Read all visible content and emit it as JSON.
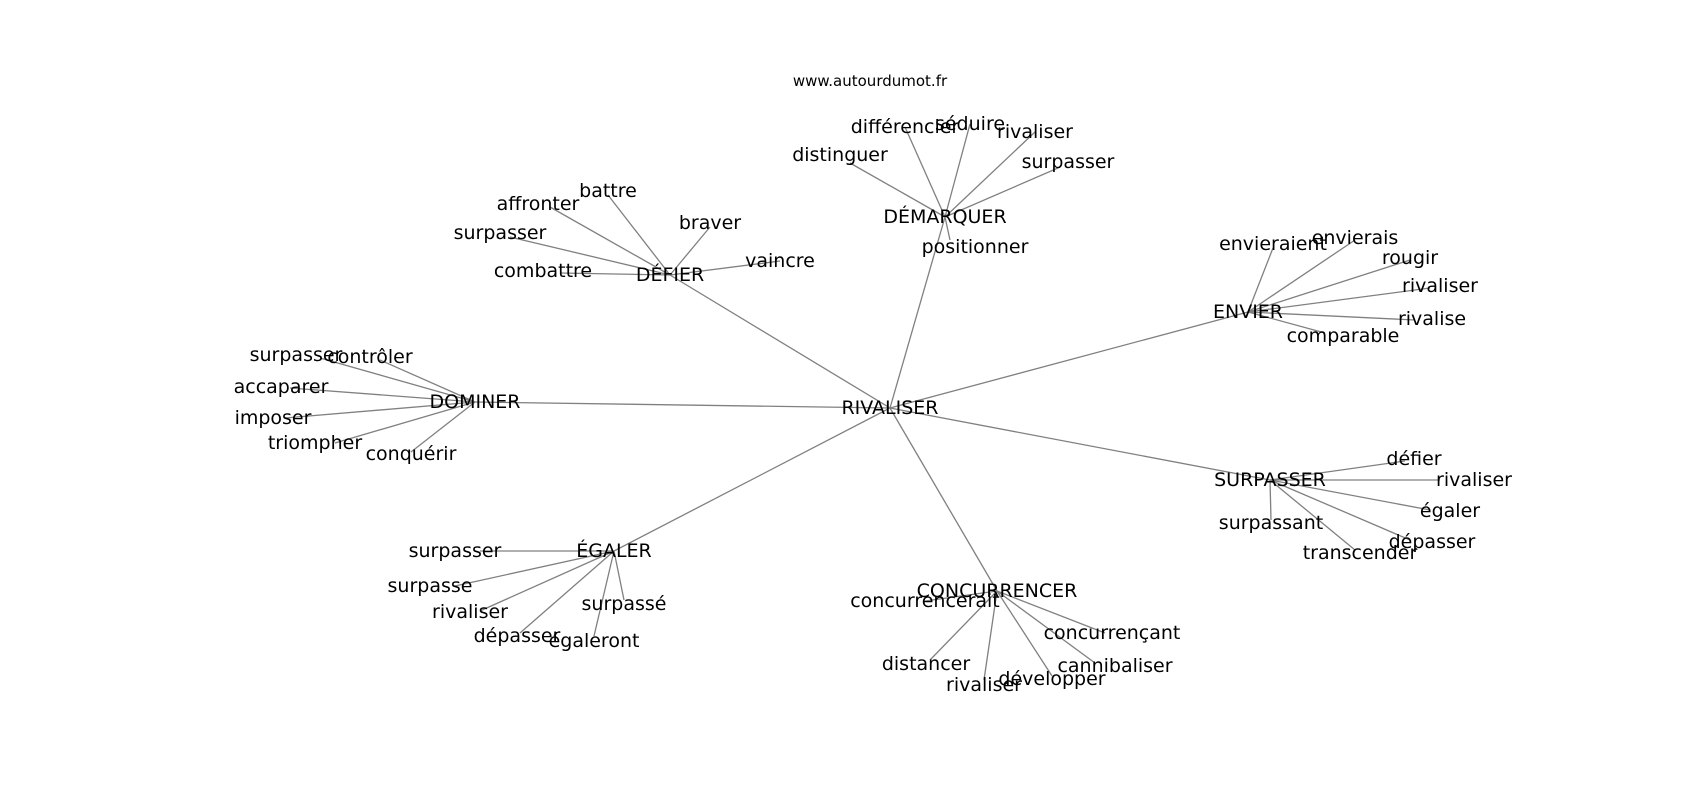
{
  "source_label": "www.autourdumot.fr",
  "colors": {
    "edge": "#808080",
    "text": "#000000",
    "background": "#ffffff"
  },
  "graph": {
    "root": "RIVALISER",
    "clusters": [
      {
        "id": "demarquer",
        "label": "DÉMARQUER",
        "leaves": [
          "différencier",
          "séduire",
          "rivaliser",
          "distinguer",
          "surpasser",
          "positionner"
        ]
      },
      {
        "id": "defier",
        "label": "DÉFIER",
        "leaves": [
          "battre",
          "affronter",
          "braver",
          "surpasser",
          "vaincre",
          "combattre"
        ]
      },
      {
        "id": "envier",
        "label": "ENVIER",
        "leaves": [
          "envieraient",
          "envierais",
          "rougir",
          "rivaliser",
          "rivalise",
          "comparable"
        ]
      },
      {
        "id": "dominer",
        "label": "DOMINER",
        "leaves": [
          "surpasser",
          "contrôler",
          "accaparer",
          "imposer",
          "triompher",
          "conquérir"
        ]
      },
      {
        "id": "surpasser",
        "label": "SURPASSER",
        "leaves": [
          "défier",
          "rivaliser",
          "égaler",
          "surpassant",
          "dépasser",
          "transcender"
        ]
      },
      {
        "id": "egaler",
        "label": "ÉGALER",
        "leaves": [
          "surpasser",
          "surpasse",
          "surpassé",
          "rivaliser",
          "dépasser",
          "égaleront"
        ]
      },
      {
        "id": "concurrencer",
        "label": "CONCURRENCER",
        "leaves": [
          "concurrencerait",
          "concurrençant",
          "distancer",
          "cannibaliser",
          "développer",
          "rivaliser"
        ]
      }
    ]
  }
}
